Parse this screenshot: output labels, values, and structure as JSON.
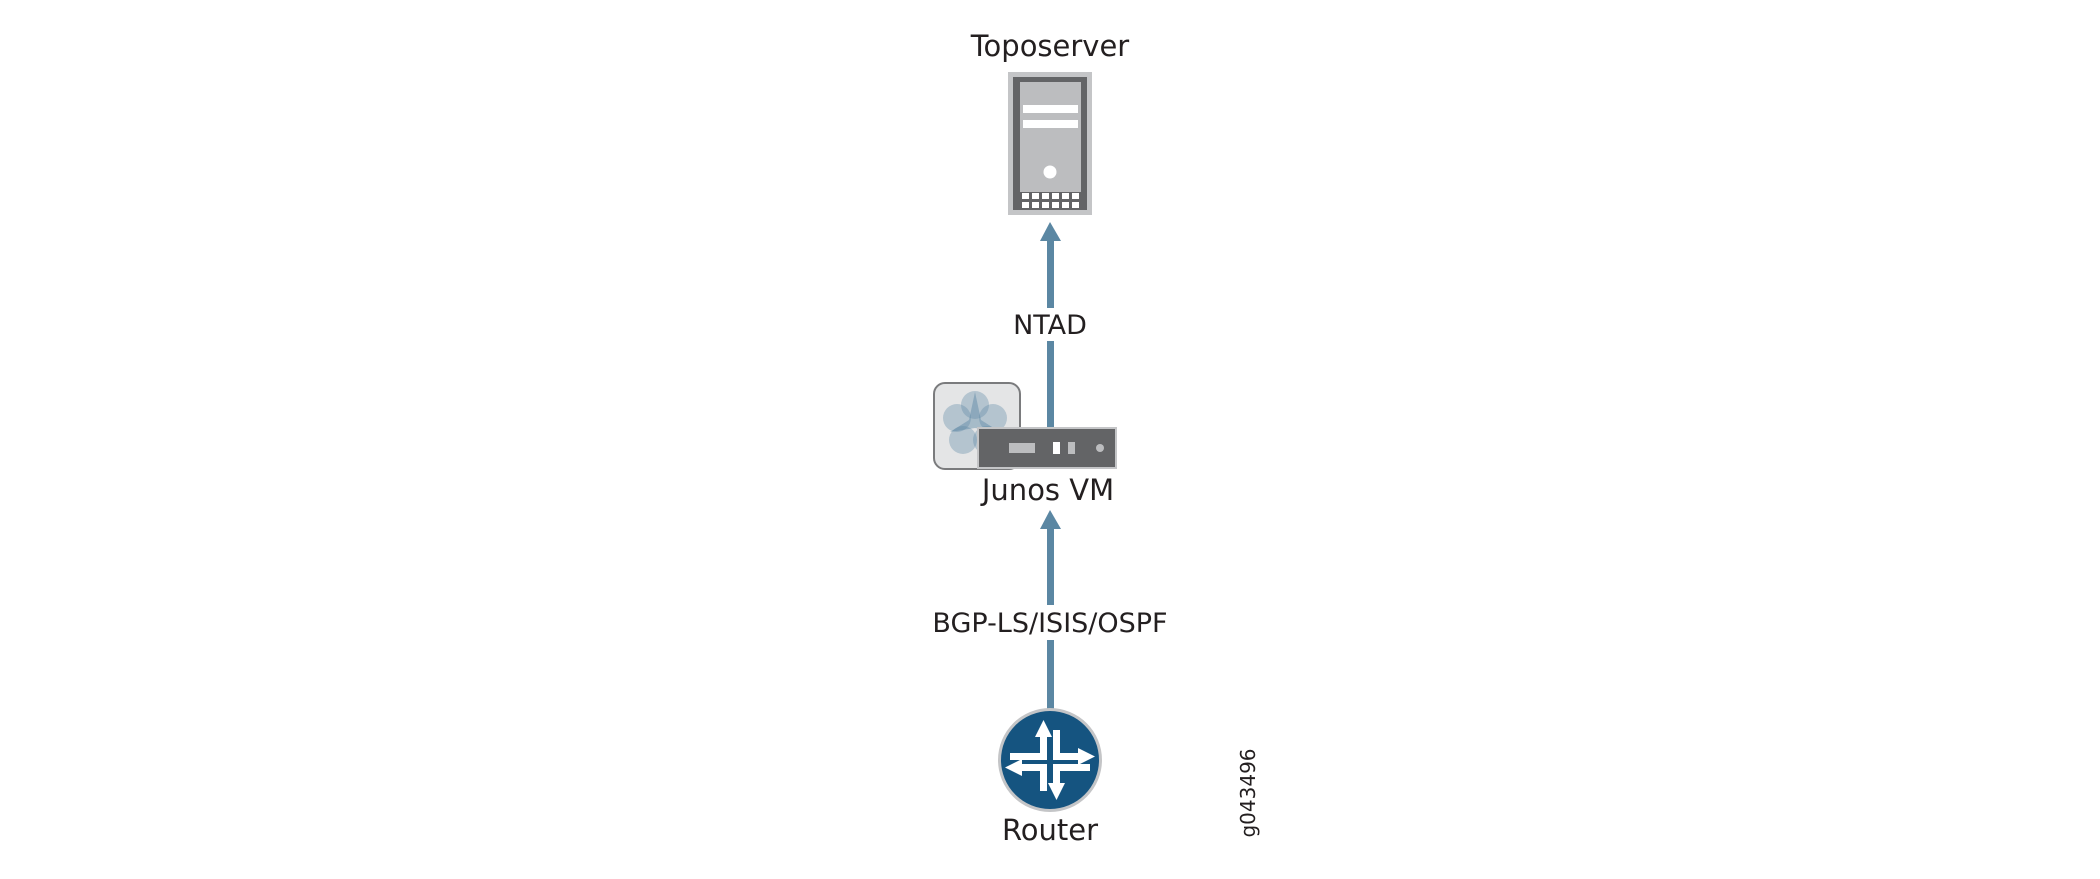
{
  "figure_id": "g043496",
  "colors": {
    "connector": "#5b87a3",
    "router_fill": "#155480",
    "server_frame": "#646466",
    "server_panel": "#bcbdbf",
    "text": "#231f20"
  },
  "nodes": {
    "toposerver": {
      "label": "Toposerver",
      "icon": "server-icon"
    },
    "junos_vm": {
      "label": "Junos VM",
      "icon": "virtual-machine-icon"
    },
    "router": {
      "label": "Router",
      "icon": "router-icon"
    }
  },
  "links": [
    {
      "from": "junos_vm",
      "to": "toposerver",
      "label": "NTAD",
      "direction": "up"
    },
    {
      "from": "router",
      "to": "junos_vm",
      "label": "BGP-LS/ISIS/OSPF",
      "direction": "up"
    }
  ]
}
